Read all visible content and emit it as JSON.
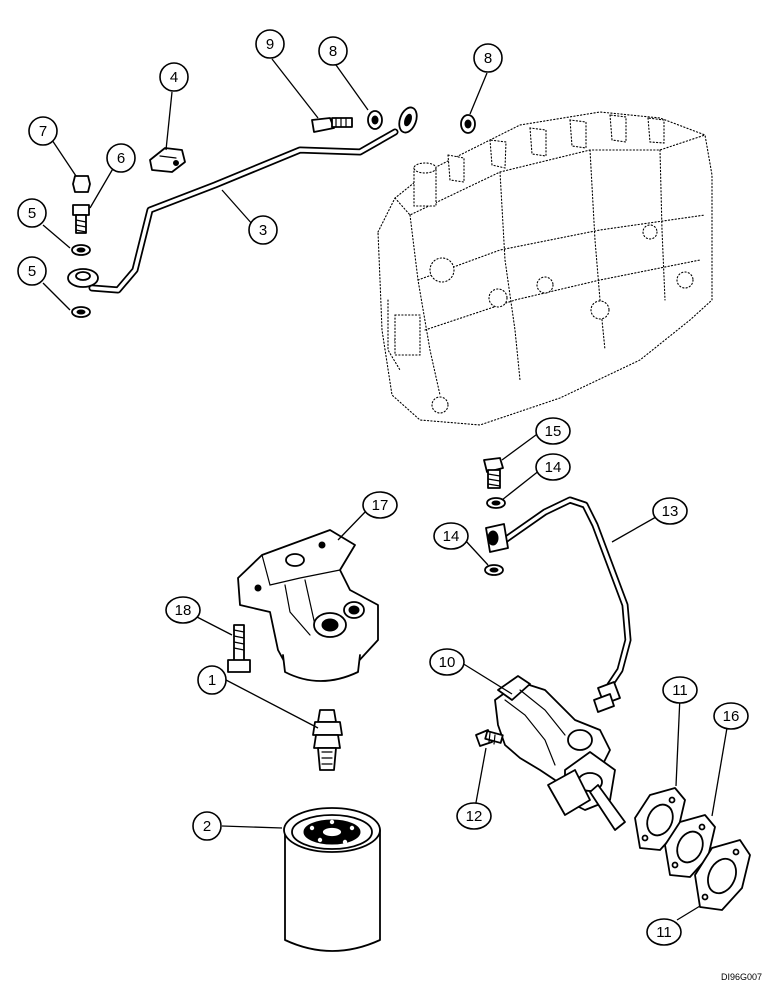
{
  "drawing": {
    "reference_code": "DI96G007"
  },
  "callouts": [
    {
      "id": "c1",
      "label": "1"
    },
    {
      "id": "c2",
      "label": "2"
    },
    {
      "id": "c3",
      "label": "3"
    },
    {
      "id": "c4",
      "label": "4"
    },
    {
      "id": "c5a",
      "label": "5"
    },
    {
      "id": "c5b",
      "label": "5"
    },
    {
      "id": "c6",
      "label": "6"
    },
    {
      "id": "c7",
      "label": "7"
    },
    {
      "id": "c8a",
      "label": "8"
    },
    {
      "id": "c8b",
      "label": "8"
    },
    {
      "id": "c9",
      "label": "9"
    },
    {
      "id": "c10",
      "label": "10"
    },
    {
      "id": "c11a",
      "label": "11"
    },
    {
      "id": "c11b",
      "label": "11"
    },
    {
      "id": "c12",
      "label": "12"
    },
    {
      "id": "c13",
      "label": "13"
    },
    {
      "id": "c14a",
      "label": "14"
    },
    {
      "id": "c14b",
      "label": "14"
    },
    {
      "id": "c15",
      "label": "15"
    },
    {
      "id": "c16",
      "label": "16"
    },
    {
      "id": "c17",
      "label": "17"
    },
    {
      "id": "c18",
      "label": "18"
    }
  ]
}
